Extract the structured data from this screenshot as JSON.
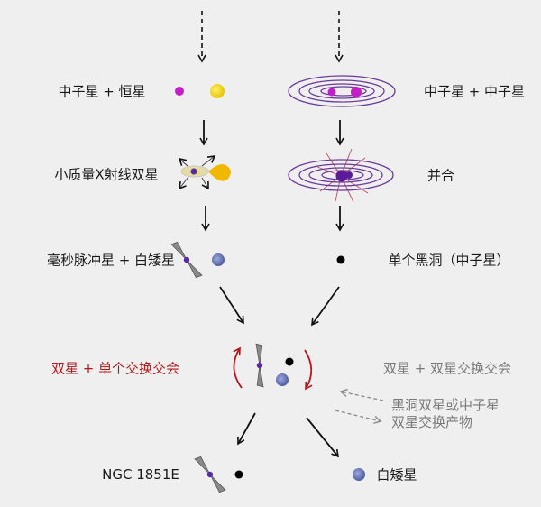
{
  "left_column": {
    "stage1": "中子星 + 恒星",
    "stage2": "小质量X射线双星",
    "stage3": "毫秒脉冲星 + 白矮星"
  },
  "right_column": {
    "stage1": "中子星 + 中子星",
    "stage2": "并合",
    "stage3": "单个黑洞（中子星）"
  },
  "encounter": {
    "single_exchange": "双星 + 单个交换交会",
    "binary_exchange": "双星 + 双星交换交会",
    "products_line1": "黑洞双星或中子星",
    "products_line2": "双星交换产物"
  },
  "outcomes": {
    "system": "NGC 1851E",
    "white_dwarf": "白矮星"
  },
  "colors": {
    "neutron_star": "#c21fc7",
    "sun": "#f2d20a",
    "orbit": "#6a3a9a",
    "white_dwarf": "#6f83c0",
    "red": "#b3161b",
    "gray": "#7a7a7a"
  }
}
